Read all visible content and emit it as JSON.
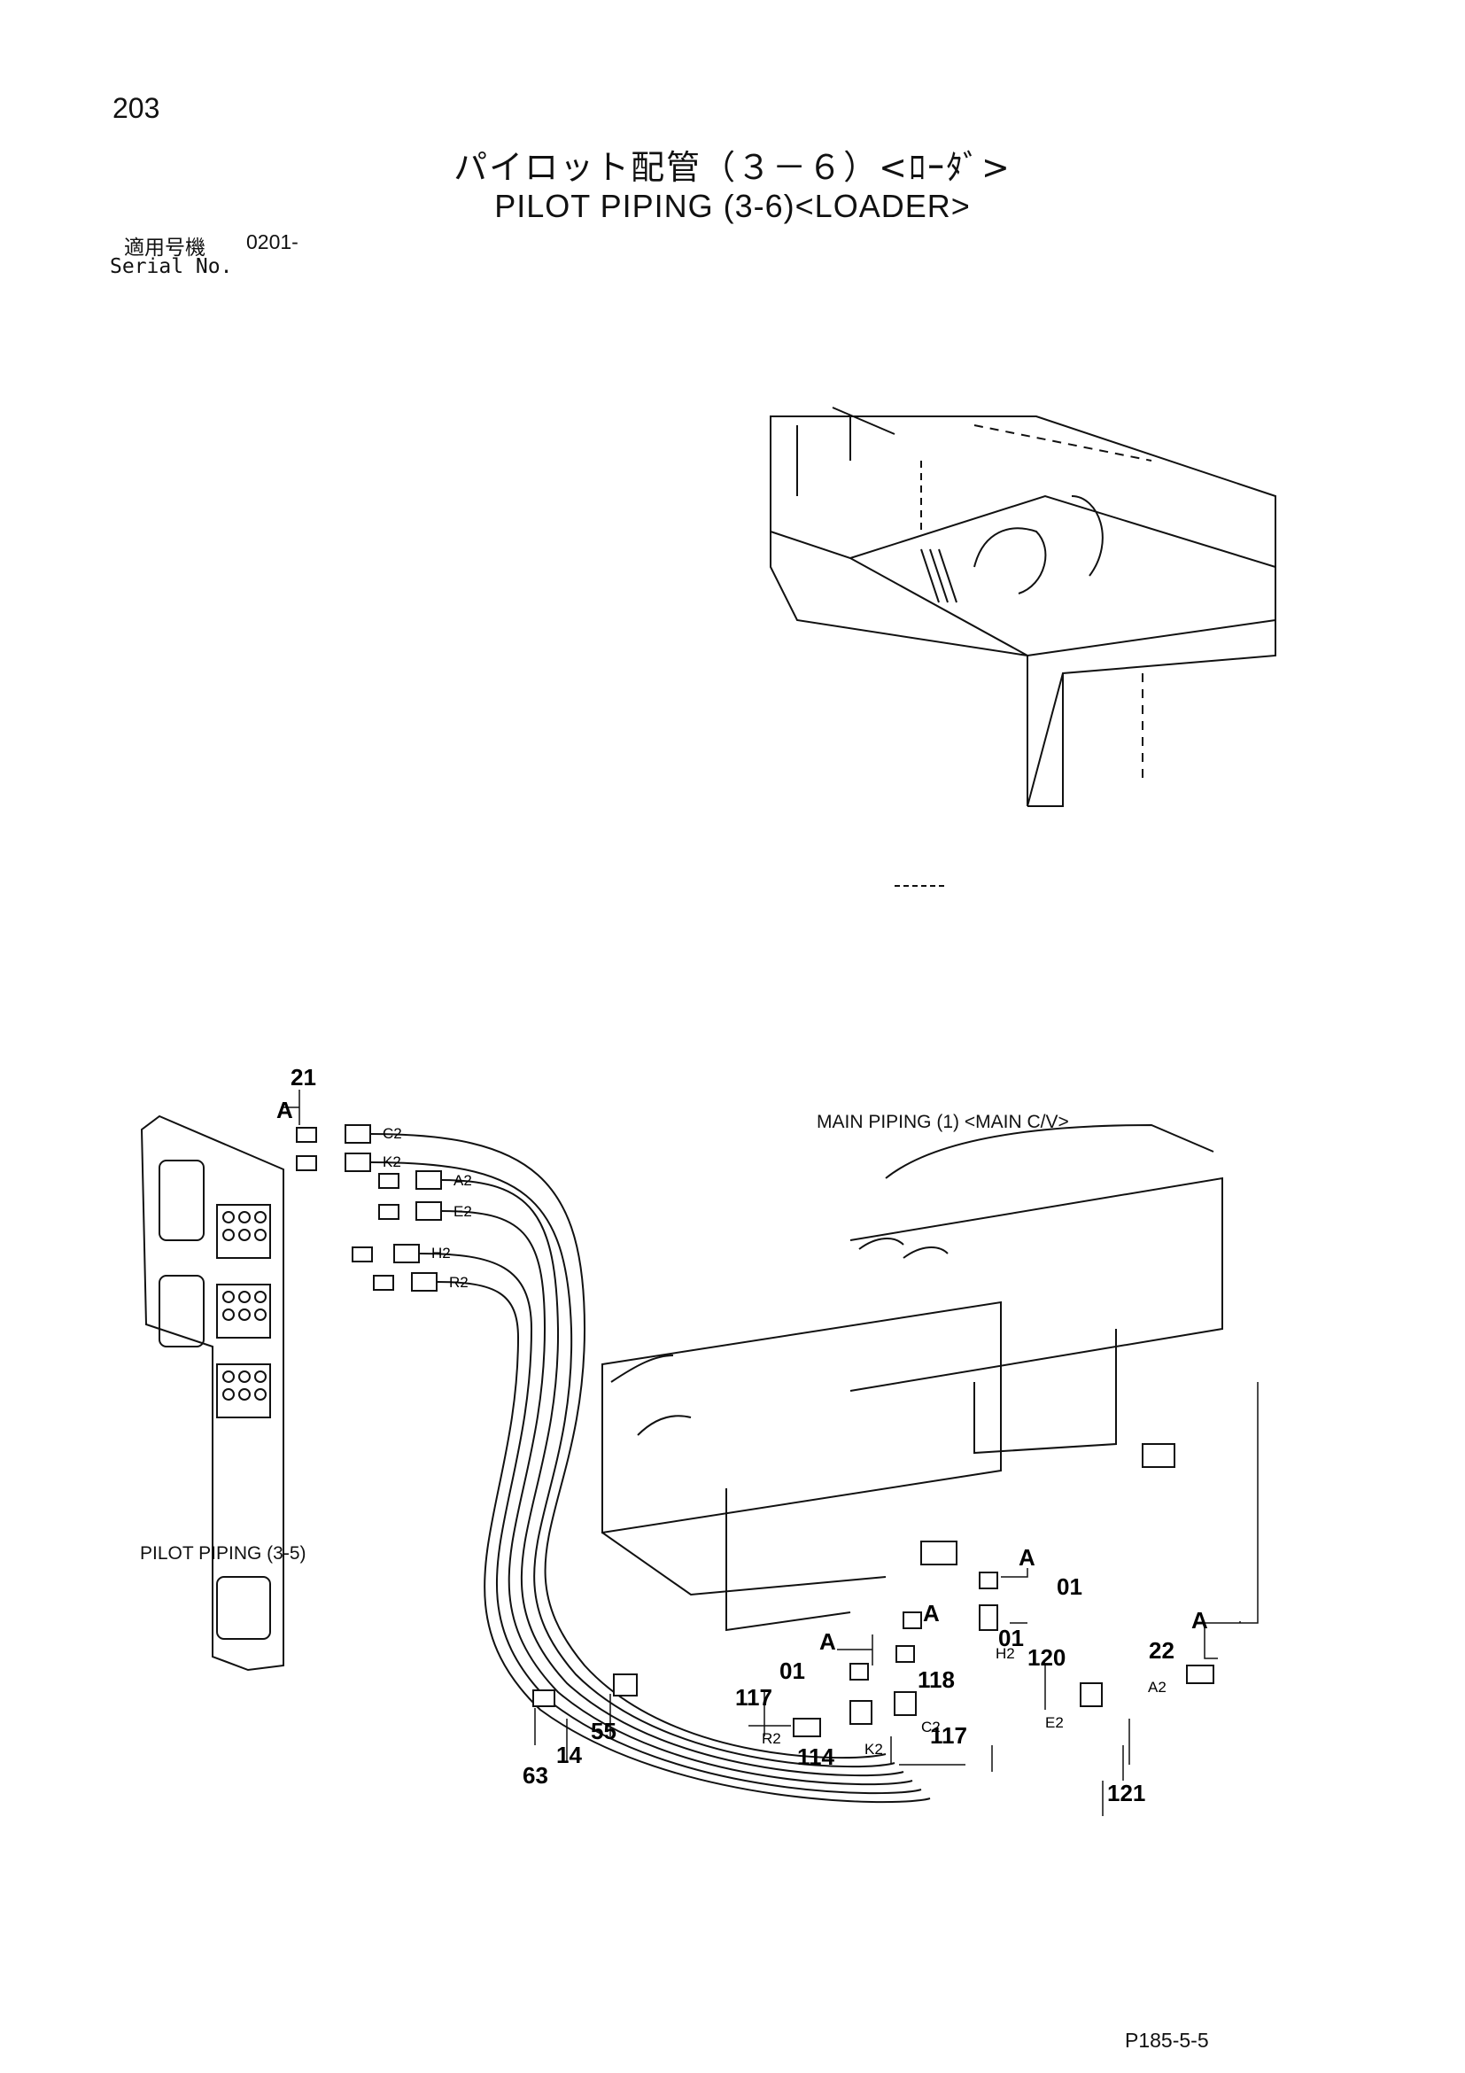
{
  "page_number": "203",
  "title_jp": "パイロット配管（３－６）<ﾛｰﾀﾞ>",
  "title_en": "PILOT PIPING (3-6)<LOADER>",
  "serial": {
    "label_jp": "適用号機",
    "label_en": "Serial No.",
    "value": "0201-"
  },
  "labels": {
    "main_piping": "MAIN PIPING (1) <MAIN C/V>",
    "pilot_piping_35": "PILOT PIPING (3-5)"
  },
  "part_numbers": {
    "p21": "21",
    "p22": "22",
    "p01a": "01",
    "p01b": "01",
    "p01c": "01",
    "p117a": "117",
    "p117b": "117",
    "p118": "118",
    "p120": "120",
    "p121": "121",
    "p114": "114",
    "p55": "55",
    "p14": "14",
    "p63": "63"
  },
  "hose_tags": {
    "c2": "C2",
    "k2": "K2",
    "a2": "A2",
    "e2": "E2",
    "h2": "H2",
    "r2": "R2",
    "r2b": "R2",
    "k2b": "K2",
    "c2b": "C2",
    "h2b": "H2",
    "e2b": "E2",
    "a2b": "A2"
  },
  "ref_letters": {
    "a1": "A",
    "a2": "A",
    "a3": "A",
    "a4": "A",
    "a5": "A"
  },
  "doc_code": "P185-5-5"
}
